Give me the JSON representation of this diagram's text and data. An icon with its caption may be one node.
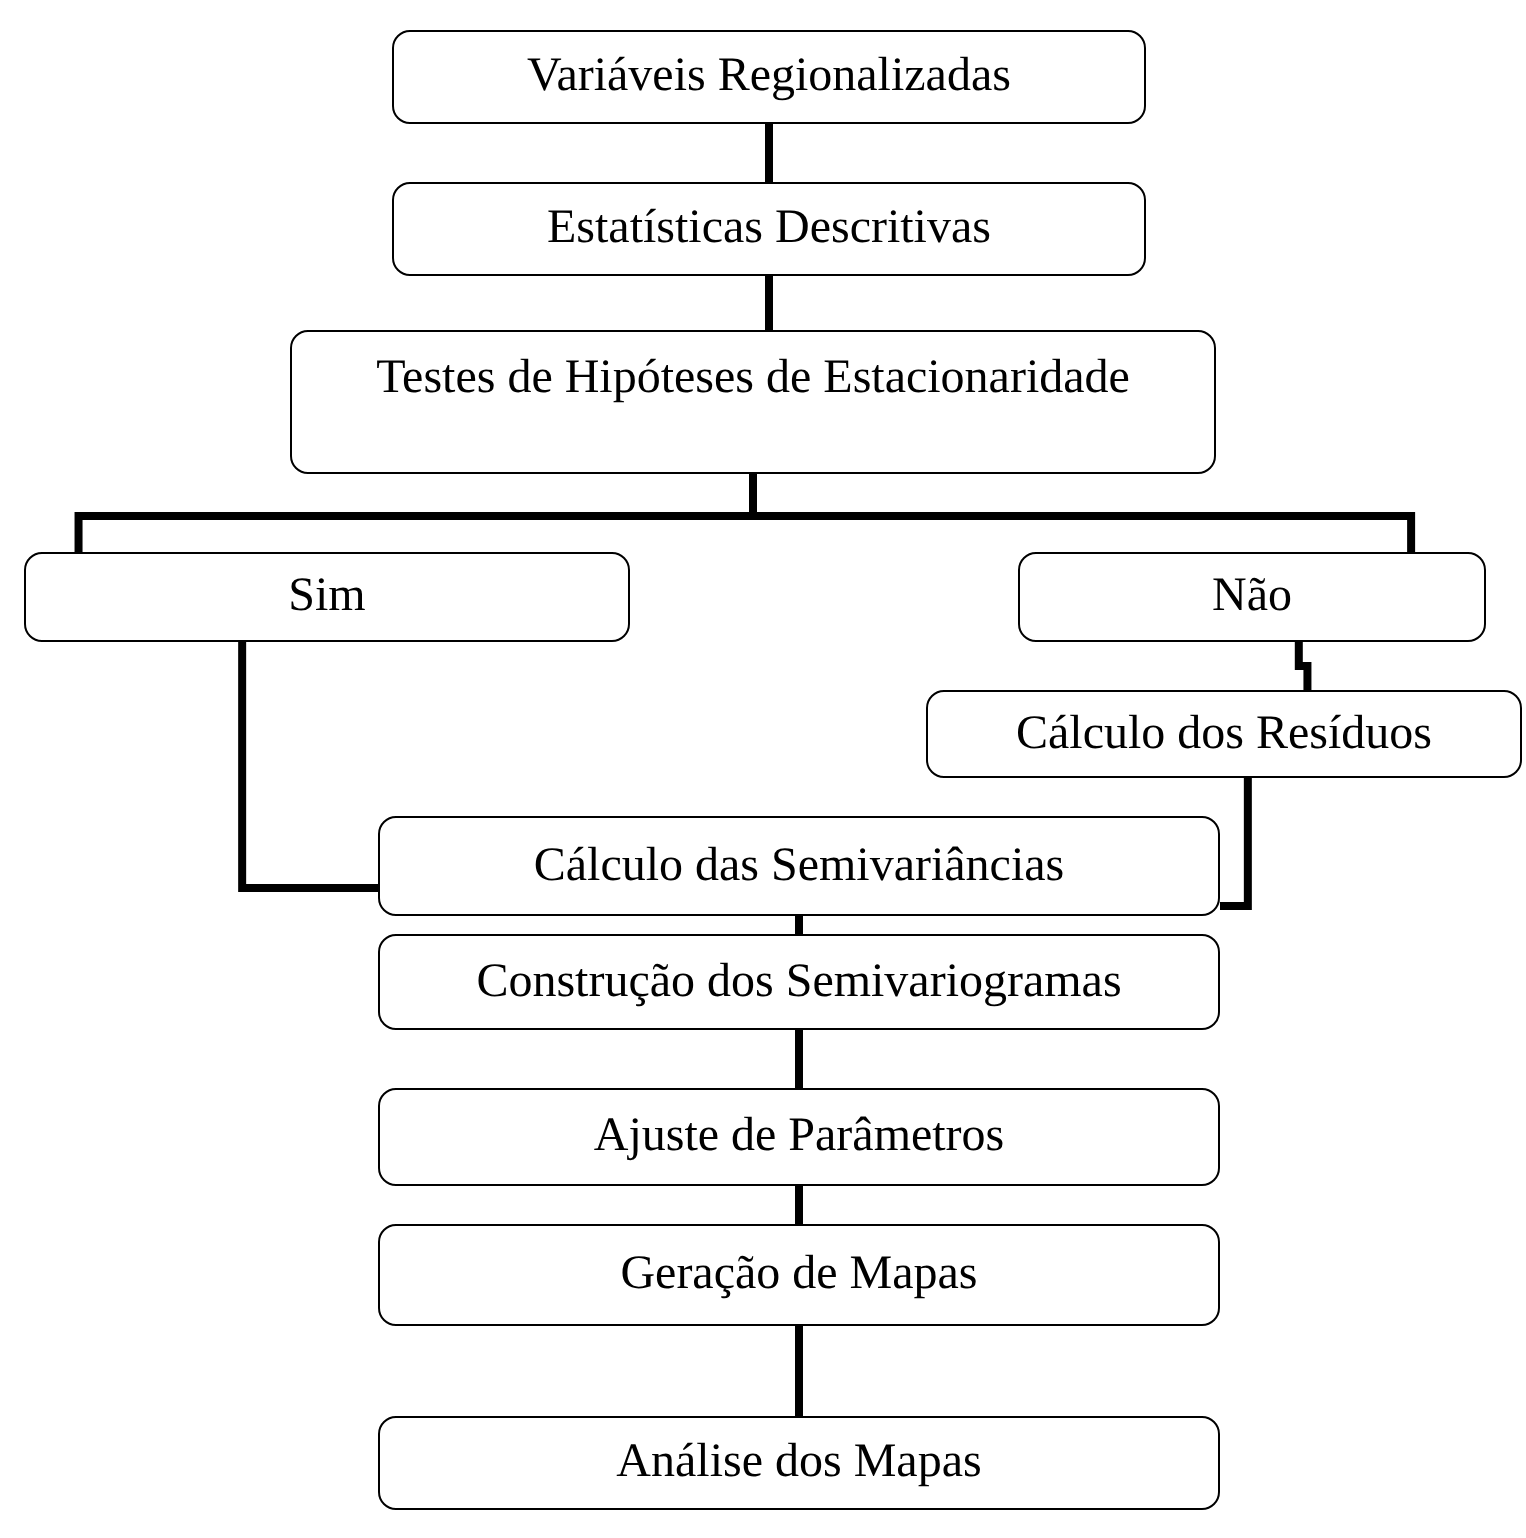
{
  "diagram": {
    "nodes": [
      {
        "text": [
          "Variáveis Regionalizadas"
        ]
      },
      {
        "text": [
          "Estatísticas Descritivas"
        ]
      },
      {
        "text": [
          "Testes de Hipóteses de Estacionaridade"
        ]
      },
      {
        "text": [
          "Sim"
        ]
      },
      {
        "text": [
          "Não"
        ]
      },
      {
        "text": [
          "Cálculo dos Resíduos"
        ]
      },
      {
        "text": [
          "Cálculo das Semivariâncias"
        ]
      },
      {
        "text": [
          "Construção dos Semivariogramas"
        ]
      },
      {
        "text": [
          "Ajuste de Parâmetros"
        ]
      },
      {
        "text": [
          "Geração de Mapas"
        ]
      },
      {
        "text": [
          "Análise dos Mapas"
        ]
      }
    ],
    "edges": [
      {
        "from": 0,
        "to": 1,
        "arrow": "none"
      },
      {
        "from": 1,
        "to": 2,
        "arrow": "none"
      },
      {
        "from": 2,
        "to": 3,
        "arrow": "none"
      },
      {
        "from": 2,
        "to": 4,
        "arrow": "none"
      },
      {
        "from": 4,
        "to": 5,
        "arrow": "none"
      },
      {
        "from": 3,
        "to": 6,
        "arrow": "none"
      },
      {
        "from": 5,
        "to": 6,
        "arrow": "none"
      },
      {
        "from": 6,
        "to": 7,
        "arrow": "none"
      },
      {
        "from": 7,
        "to": 8,
        "arrow": "none"
      },
      {
        "from": 8,
        "to": 9,
        "arrow": "none"
      },
      {
        "from": 9,
        "to": 10,
        "arrow": "none"
      }
    ]
  }
}
